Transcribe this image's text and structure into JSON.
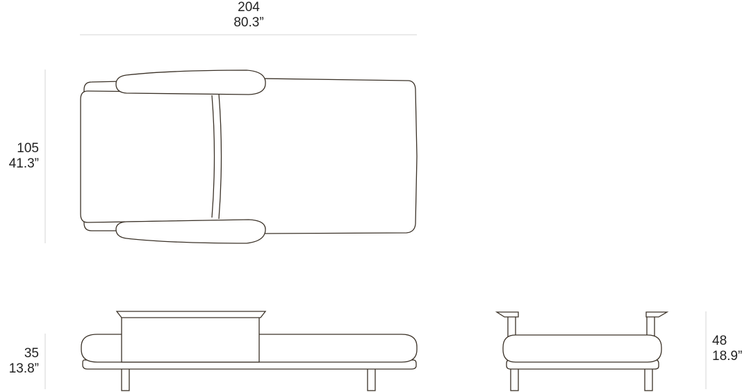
{
  "dimensions": {
    "width": {
      "cm": "204",
      "in": "80.3”"
    },
    "depth": {
      "cm": "105",
      "in": "41.3”"
    },
    "seat_height": {
      "cm": "35",
      "in": "13.8”"
    },
    "arm_height": {
      "cm": "48",
      "in": "18.9”"
    }
  },
  "colors": {
    "line": "#3a3127",
    "guide": "#d4d4d4",
    "text": "#222222"
  }
}
